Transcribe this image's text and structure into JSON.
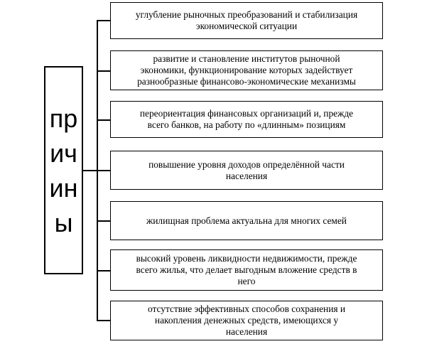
{
  "diagram": {
    "main_label_lines": [
      "пр",
      "ич",
      "ин",
      "ы"
    ],
    "causes": [
      {
        "lines": [
          "углубление  рыночных преобразований и стабилизация",
          "экономической ситуации"
        ]
      },
      {
        "lines": [
          "развитие и становление институтов рыночной",
          "экономики, функционирование которых задействует",
          "разнообразные финансово-экономические механизмы"
        ]
      },
      {
        "lines": [
          "переориентация финансовых организаций и, прежде",
          "всего банков, на работу по «длинным» позициям"
        ]
      },
      {
        "lines": [
          "повышение уровня доходов  определённой части",
          "населения"
        ]
      },
      {
        "lines": [
          "жилищная проблема актуальна для многих семей"
        ]
      },
      {
        "lines": [
          "высокий уровень ликвидности недвижимости, прежде",
          "всего жилья, что делает выгодным вложение средств в",
          "него"
        ]
      },
      {
        "lines": [
          "отсутствие эффективных  способов сохранения и",
          "накопления денежных средств, имеющихся у",
          "населения"
        ]
      }
    ]
  }
}
